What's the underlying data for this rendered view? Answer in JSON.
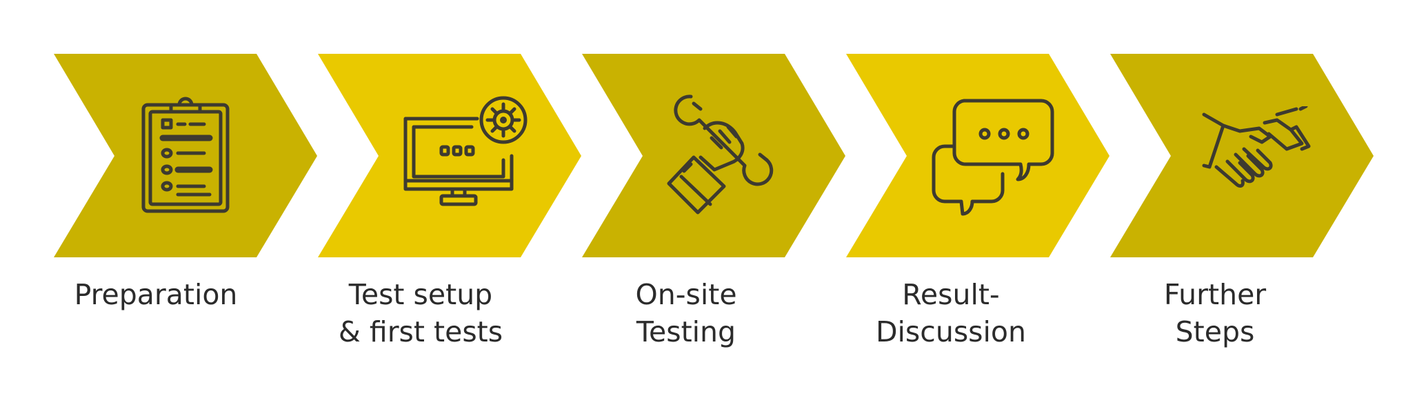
{
  "colors": {
    "chevron_dark": "#c9b201",
    "chevron_light": "#e9c900",
    "icon_stroke": "#3d3a30",
    "label_text": "#2b2b2b",
    "background": "#ffffff"
  },
  "steps": [
    {
      "line1": "Preparation",
      "line2": "",
      "icon": "clipboard-checklist-icon"
    },
    {
      "line1": "Test setup",
      "line2": "& first tests",
      "icon": "monitor-gear-icon"
    },
    {
      "line1": "On-site",
      "line2": "Testing",
      "icon": "hand-wrench-icon"
    },
    {
      "line1": "Result-",
      "line2": "Discussion",
      "icon": "speech-bubbles-icon"
    },
    {
      "line1": "Further",
      "line2": "Steps",
      "icon": "handshake-icon"
    }
  ]
}
